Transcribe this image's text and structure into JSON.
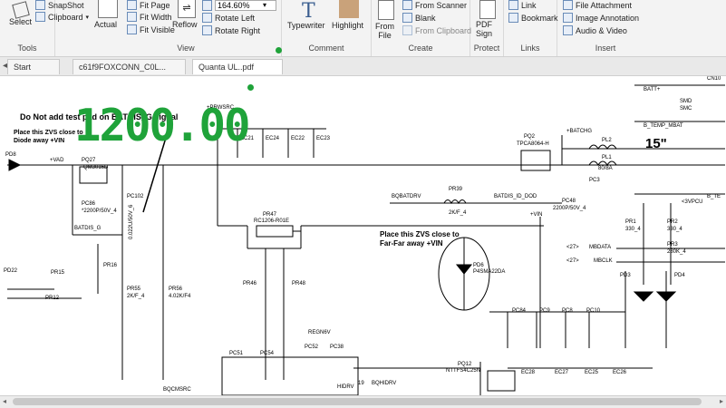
{
  "ribbon": {
    "tools": {
      "select": "Select",
      "group": "Tools"
    },
    "clipboard": {
      "snapshot": "SnapShot",
      "clipboard": "Clipboard"
    },
    "view": {
      "actual": "Actual",
      "fit_page": "Fit Page",
      "fit_width": "Fit Width",
      "fit_visible": "Fit Visible",
      "reflow": "Reflow",
      "zoom": "164.60%",
      "rotate_left": "Rotate Left",
      "rotate_right": "Rotate Right",
      "group": "View"
    },
    "comment": {
      "typewriter": "Typewriter",
      "highlight": "Highlight",
      "group": "Comment"
    },
    "create": {
      "from_file": "From\nFile",
      "from_scanner": "From Scanner",
      "blank": "Blank",
      "from_clipboard": "From Clipboard",
      "group": "Create"
    },
    "protect": {
      "pdf_sign": "PDF\nSign",
      "group": "Protect"
    },
    "links": {
      "link": "Link",
      "bookmark": "Bookmark",
      "group": "Links"
    },
    "insert": {
      "file_attachment": "File Attachment",
      "image_annotation": "Image Annotation",
      "audio_video": "Audio & Video",
      "group": "Insert"
    }
  },
  "tabs": [
    {
      "label": "Start"
    },
    {
      "label": "c61f9FOXCONN_C0L..."
    },
    {
      "label": "Quanta UL..pdf"
    }
  ],
  "overlay_readout": "1200.00",
  "schematic": {
    "note_top": "Do Not add test pad on BATDIS_G signal",
    "note_zvs_1": "Place this ZVS close to\nDiode away +VIN",
    "note_zvs_2": "Place this ZVS close to\nFar-Far away +VIN",
    "size_15": "15\"",
    "labels": {
      "prwsrc": "+PRWSRC",
      "vad": "+VAD",
      "batchg": "+BATCHG",
      "vin": "+VIN",
      "batdis_g": "BATDIS_G",
      "batdis_id_dod": "BATDIS_ID_DOD",
      "bqbatdrv": "BQBATDRV",
      "bqhidrv": "BQHIDRV",
      "bqcmsrc": "BQCMSRC",
      "regn6v": "REGN6V",
      "hidrv": "HIDRV",
      "batt": "BATT+",
      "smd": "SMD",
      "smc": "SMC",
      "b_temp_mbat": "B_TEMP_MBAT",
      "mbdata": "MBDATA",
      "mbclk": "MBCLK",
      "p3vpcu": "<3VPCU",
      "pq27": "PQ27",
      "qm3016d": "QM3016D",
      "pq2": "PQ2",
      "tpca8064h": "TPCA8064-H",
      "pq12": "PQ12",
      "ntf": "NTTFS4C25N",
      "pc86": "PC86",
      "pc86_val": "*2200P/50V_4",
      "pc102": "PC102",
      "pc102_val": "0.022U/50V_6",
      "pr39": "PR39",
      "pr39_val": "2K/F_4",
      "pr47": "PR47",
      "pr47_val": "RC1206-R01E",
      "pr46": "PR46",
      "pr48": "PR48",
      "pr55": "PR55",
      "pr55_val": "2K/F_4",
      "pr56": "PR56",
      "pr56_val": "4.02K/F4",
      "pr15": "PR15",
      "pr16": "PR16",
      "pr12": "PR12",
      "pr1": "PR1",
      "pr2": "PR2",
      "pr3": "PR3",
      "pr1_val": "330_4",
      "pr2_val": "330_4",
      "pr3_val": "280K_4",
      "pl2": "PL2",
      "pl1": "PL1",
      "pl_val": "80/8A",
      "pc3": "PC3",
      "pc48": "PC48",
      "pc48_val": "2200P/50V_4",
      "pd8": "PD8",
      "pd22": "PD22",
      "pd3": "PD3",
      "pd4": "PD4",
      "pd6": "PD6",
      "pd6_val": "P4SMA22DA",
      "pc84": "PC84",
      "pc9": "PC9",
      "pc8": "PC8",
      "pc10": "PC10",
      "pc51": "PC51",
      "pc54": "PC54",
      "pc52": "PC52",
      "pc38": "PC38",
      "ec21": "EC21",
      "ec24": "EC24",
      "ec22": "EC22",
      "ec23": "EC23",
      "ec28": "EC28",
      "ec27": "EC27",
      "ec25": "EC25",
      "ec26": "EC26",
      "cn10": "CN10",
      "b_te": "B_TE",
      "ref_27a": "<27>",
      "ref_27b": "<27>",
      "pin19": "19"
    }
  }
}
